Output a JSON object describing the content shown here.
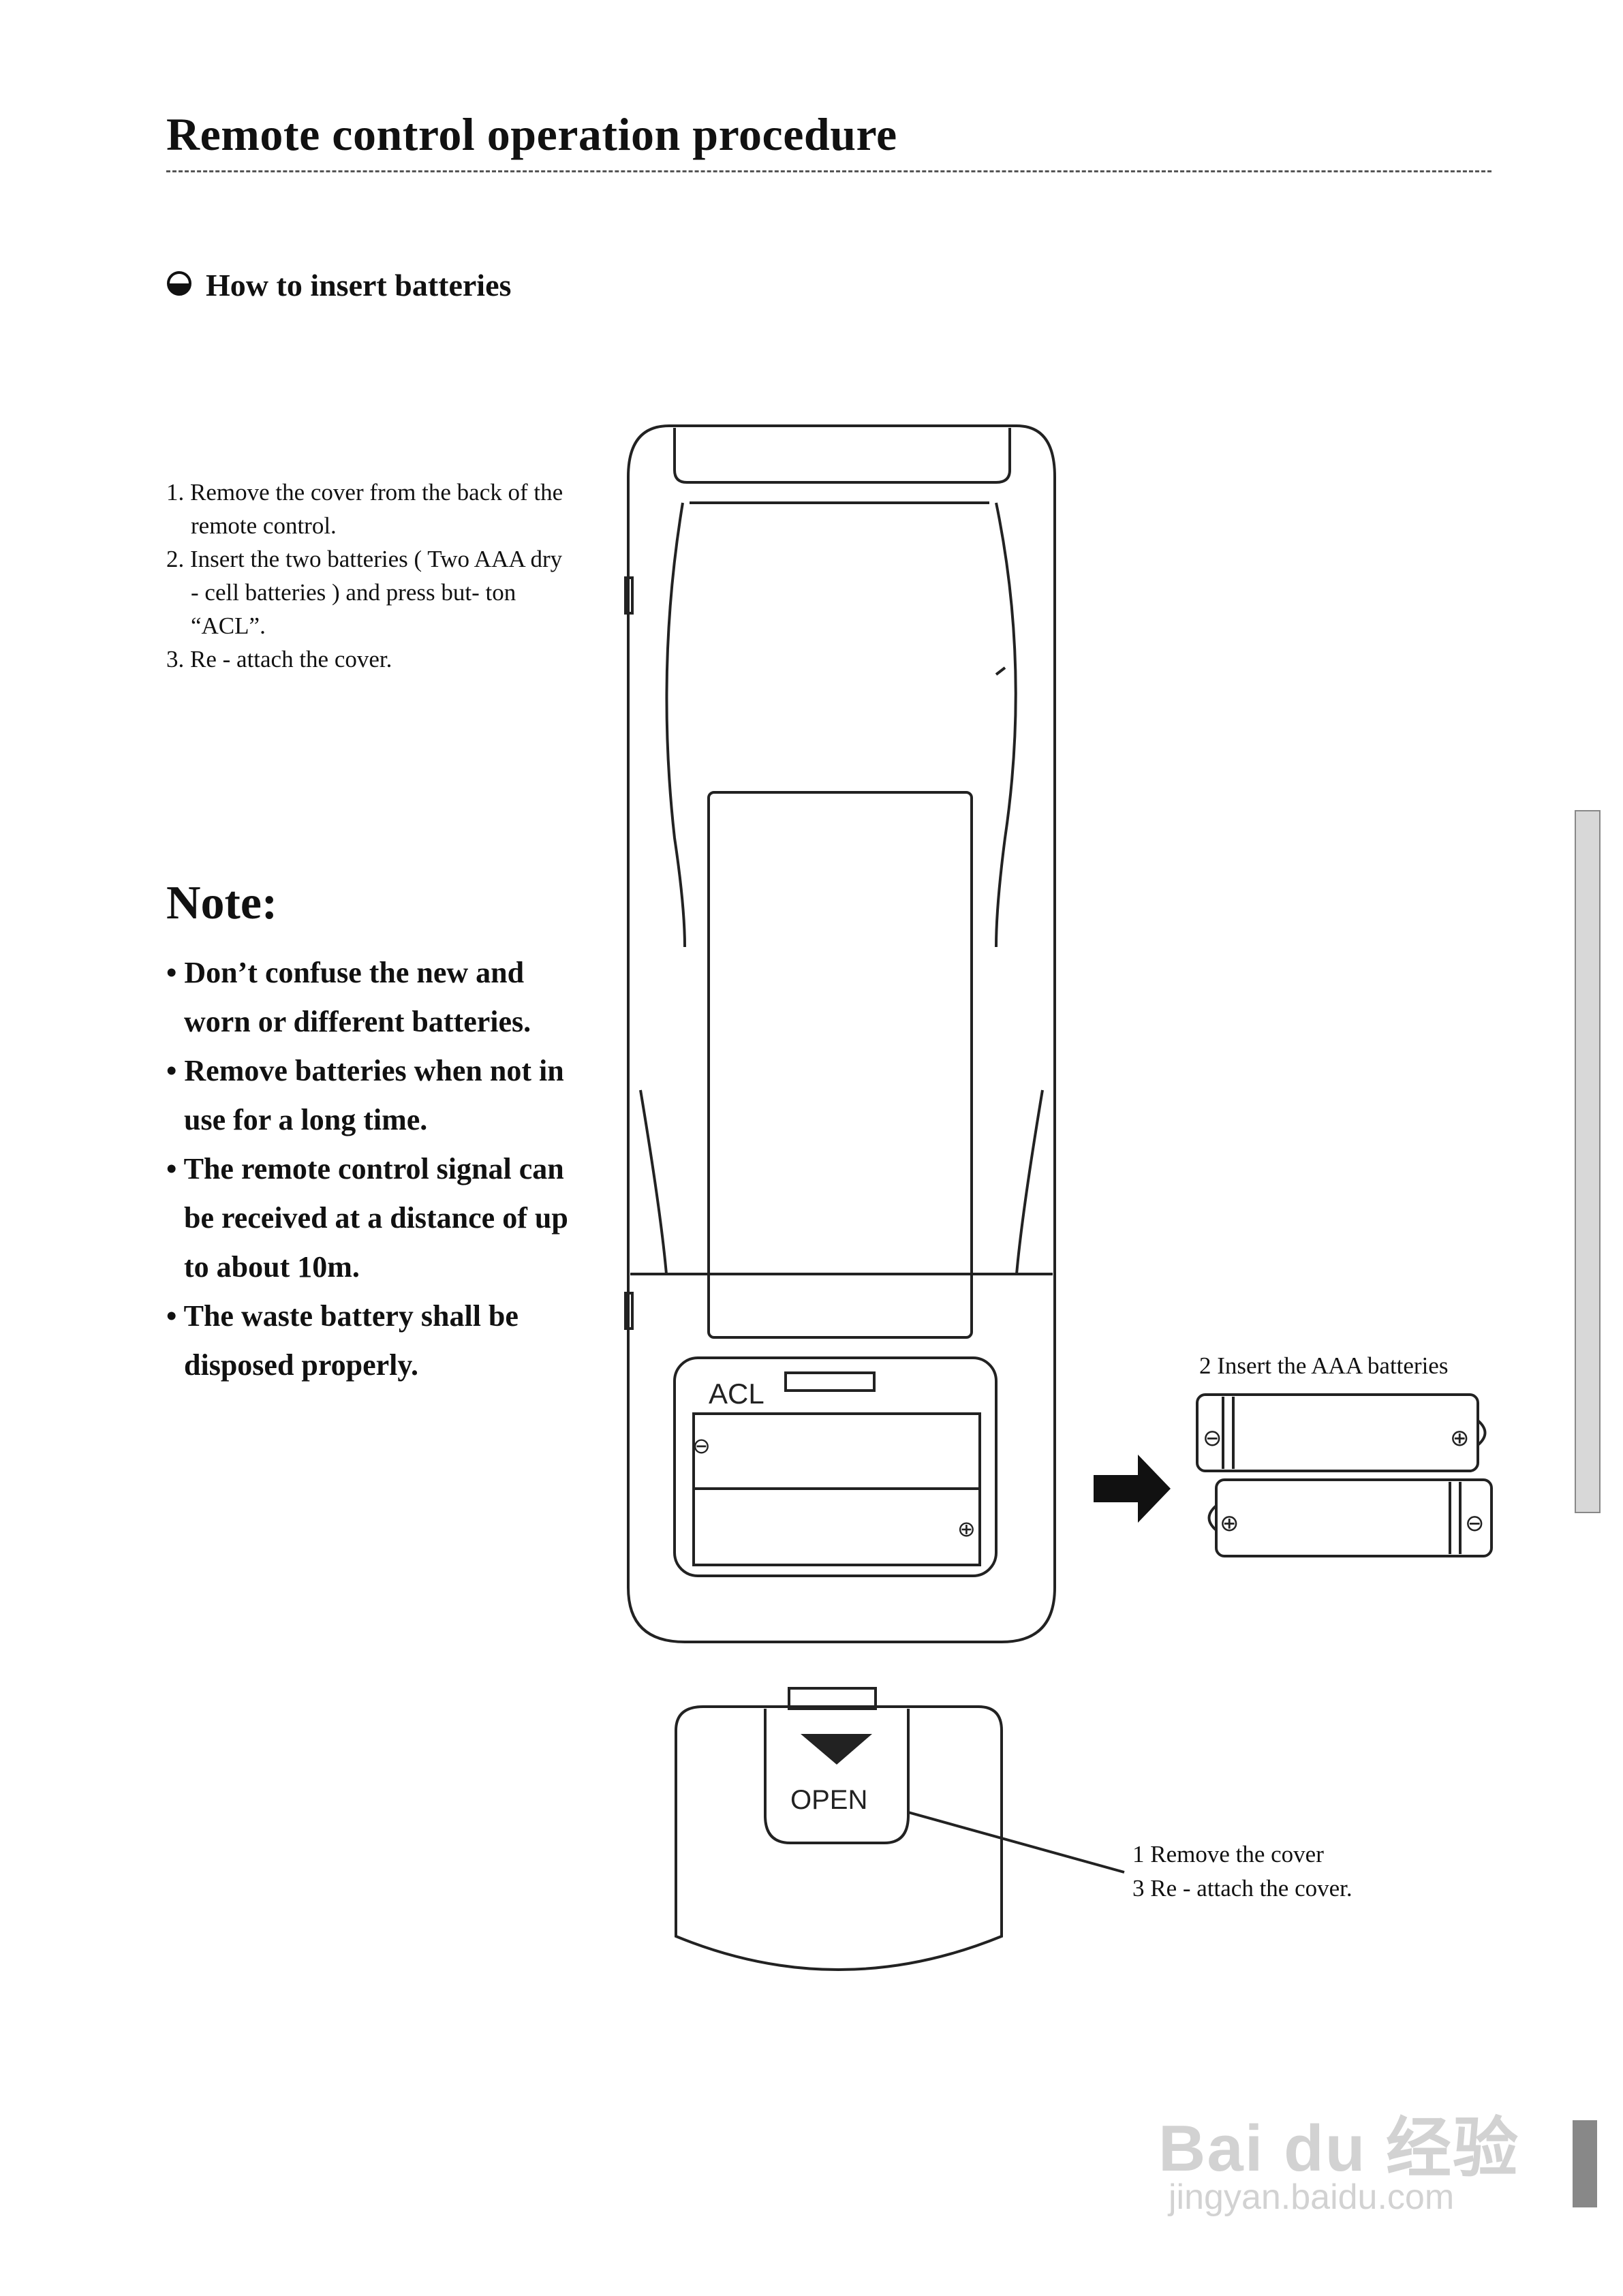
{
  "page": {
    "title": "Remote control operation procedure",
    "section_heading": "How to insert batteries",
    "steps": [
      "1. Remove the cover from the back of the remote control.",
      "2. Insert the two batteries ( Two AAA dry - cell batteries ) and press but- ton “ACL”.",
      "3. Re - attach the cover."
    ],
    "note_heading": "Note:",
    "notes": [
      "• Don’t confuse the new and worn or different batteries.",
      "• Remove batteries when not in use for a long time.",
      "• The remote control signal can be received at a distance of up to about 10m.",
      "• The waste battery shall be disposed properly."
    ]
  },
  "diagram": {
    "acl_label": "ACL",
    "open_label": "OPEN",
    "caption_insert": "2 Insert the AAA batteries",
    "caption_remove": "1 Remove the cover",
    "caption_reattach": "3 Re - attach the cover.",
    "battery_top_left_symbol": "⊖",
    "battery_top_right_symbol": "⊕",
    "battery_bottom_left_symbol": "⊕",
    "battery_bottom_right_symbol": "⊖",
    "compartment_top_symbol": "⊖",
    "compartment_bottom_symbol": "⊕"
  },
  "watermark": {
    "brand": "Bai du 经验",
    "url": "jingyan.baidu.com"
  }
}
